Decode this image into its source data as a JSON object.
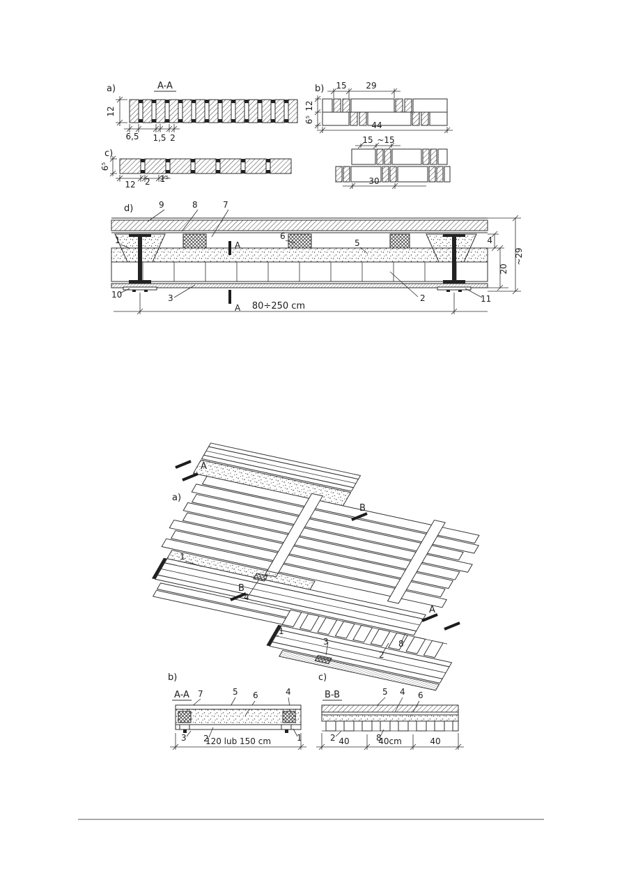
{
  "colors": {
    "paper": "#ffffff",
    "ink": "#2b2b2b"
  },
  "fig1": {
    "a": {
      "label": "a)",
      "title": "A-A",
      "dim_height": "12",
      "dim1": "6,5",
      "dim2": "1,5",
      "dim3": "2"
    },
    "b": {
      "label": "b)",
      "dim_top1": "15",
      "dim_top2": "29",
      "dim_left1": "12",
      "dim_left2": "6⁵",
      "dim_bottom": "44"
    },
    "c": {
      "label": "c)",
      "dim_left": "6⁵",
      "dim_b1": "12",
      "dim_b2": "2",
      "dim_b3": "1⁵",
      "dim_top1": "15",
      "dim_top2": "~15",
      "dim_bottom": "30"
    },
    "d": {
      "label": "d)",
      "c9": "9",
      "c8": "8",
      "c7": "7",
      "c1": "1",
      "c6": "6",
      "c5": "5",
      "c10": "10",
      "c3": "3",
      "c2": "2",
      "c11": "11",
      "cutA": "A",
      "dim_span": "80÷250 cm",
      "dim4": "4",
      "dim20": "20",
      "dim29": "~29"
    }
  },
  "fig2": {
    "a": {
      "label": "a)",
      "cut_a": "A",
      "cut_b": "B",
      "c1a": "1",
      "c4": "4",
      "c1b": "1",
      "c3": "3",
      "c2": "2",
      "c8": "8"
    },
    "b": {
      "label": "b)",
      "title": "A-A",
      "c7": "7",
      "c5": "5",
      "c6": "6",
      "c4": "4",
      "c3": "3",
      "c2": "2",
      "c1": "1",
      "dim": "120 lub 150 cm"
    },
    "c": {
      "label": "c)",
      "title": "B-B",
      "c5": "5",
      "c4": "4",
      "c6": "6",
      "c2": "2",
      "c8": "8",
      "dim1": "40",
      "dim2": "40cm",
      "dim3": "40"
    }
  }
}
